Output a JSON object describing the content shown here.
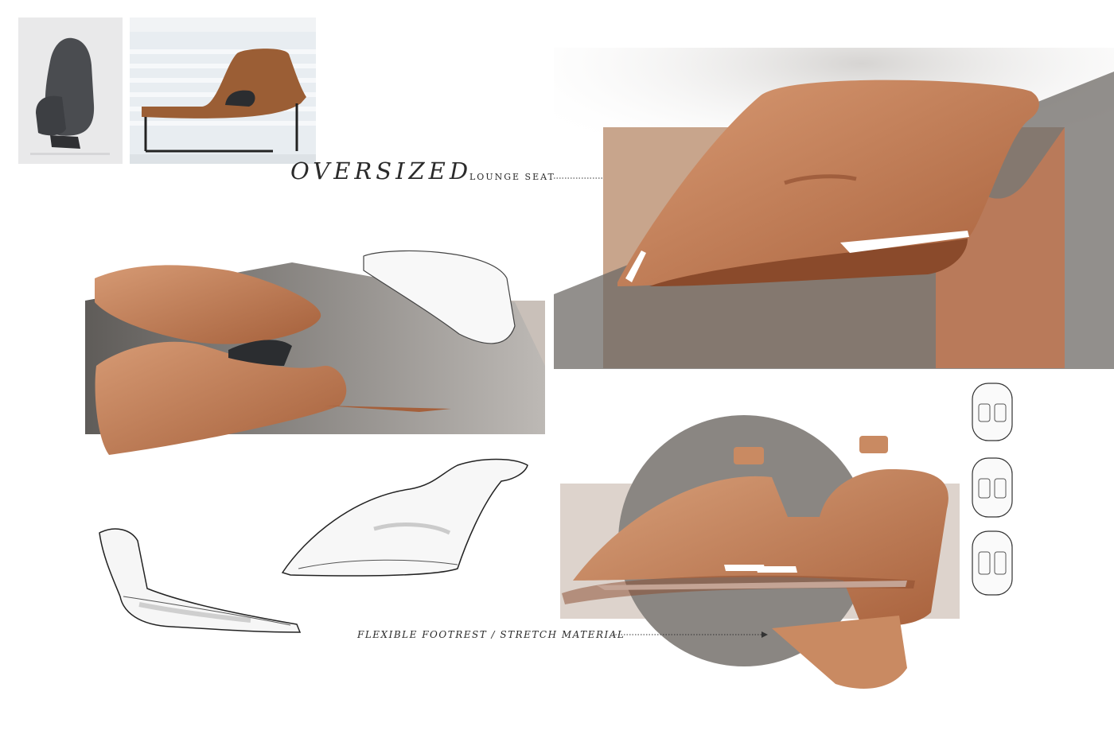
{
  "title": {
    "main": "OVERSIZED",
    "sub": "LOUNGE SEAT"
  },
  "callout": {
    "footrest": "FLEXIBLE FOOTREST / STRETCH MATERIAL"
  },
  "colors": {
    "leather": "#c98a62",
    "leather_dark": "#a96a45",
    "backdrop_tan": "#c8a58c",
    "backdrop_grey": "#6d6a66",
    "circle_grey": "#8a8682",
    "panel_beige": "#ddd3cc"
  }
}
